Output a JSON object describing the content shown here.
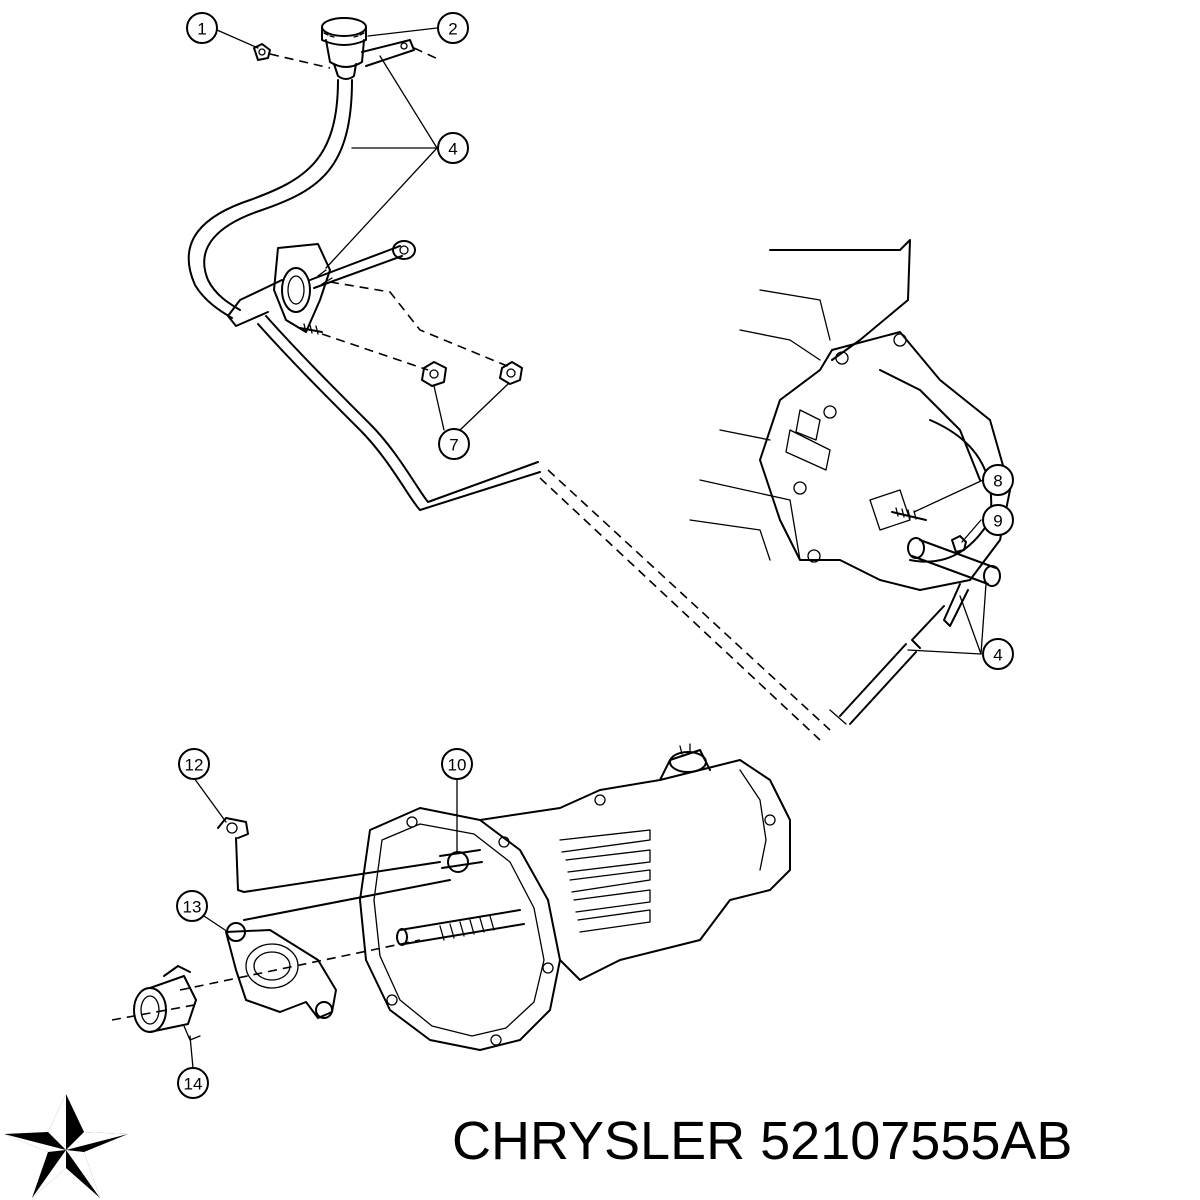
{
  "diagram": {
    "callouts": [
      {
        "id": "c1",
        "label": "1"
      },
      {
        "id": "c2",
        "label": "2"
      },
      {
        "id": "c4a",
        "label": "4"
      },
      {
        "id": "c7",
        "label": "7"
      },
      {
        "id": "c8",
        "label": "8"
      },
      {
        "id": "c9",
        "label": "9"
      },
      {
        "id": "c4b",
        "label": "4"
      },
      {
        "id": "c12",
        "label": "12"
      },
      {
        "id": "c10",
        "label": "10"
      },
      {
        "id": "c13",
        "label": "13"
      },
      {
        "id": "c14",
        "label": "14"
      }
    ]
  },
  "brand": {
    "name": "CHRYSLER",
    "part_number": "52107555AB",
    "logo_icon": "pentastar-logo-icon"
  },
  "colors": {
    "ink": "#000000",
    "background": "#ffffff"
  }
}
